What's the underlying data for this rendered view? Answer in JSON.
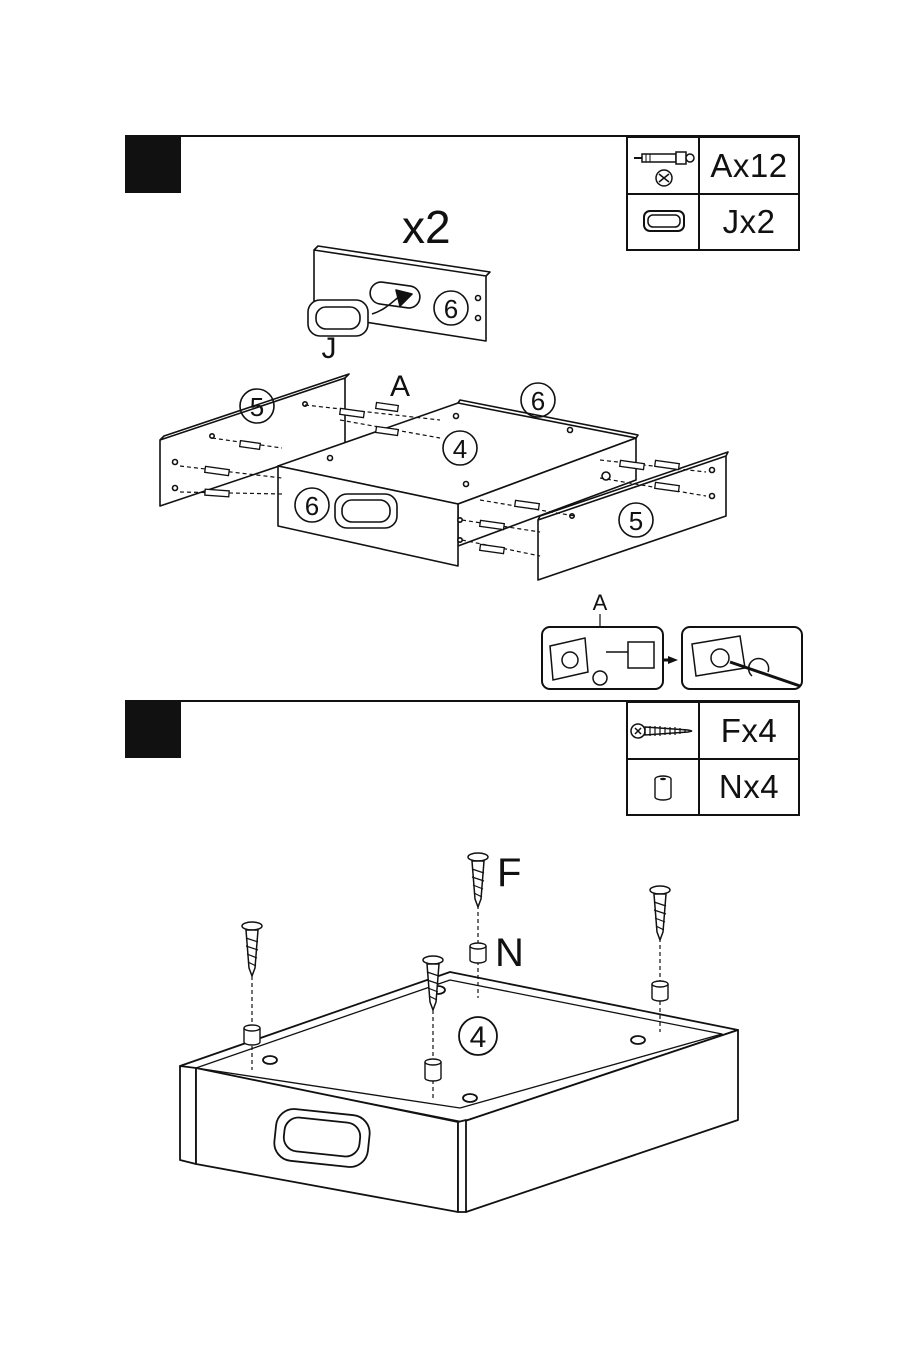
{
  "step1": {
    "parts": [
      {
        "icon": "cam-lock-bolt-icon",
        "qty": "Ax12"
      },
      {
        "icon": "handle-icon",
        "qty": "Jx2"
      }
    ],
    "multiplier": "x2",
    "callouts": {
      "handle": "J",
      "cam_bolt": "A",
      "side_left": "5",
      "side_right": "5",
      "front_top": "6",
      "front_panel": "6",
      "front_handle_panel": "6",
      "bottom": "4"
    },
    "detail_label": "A"
  },
  "step2": {
    "parts": [
      {
        "icon": "screw-icon",
        "qty": "Fx4"
      },
      {
        "icon": "spacer-icon",
        "qty": "Nx4"
      }
    ],
    "callouts": {
      "screw": "F",
      "spacer": "N",
      "bottom": "4"
    }
  }
}
